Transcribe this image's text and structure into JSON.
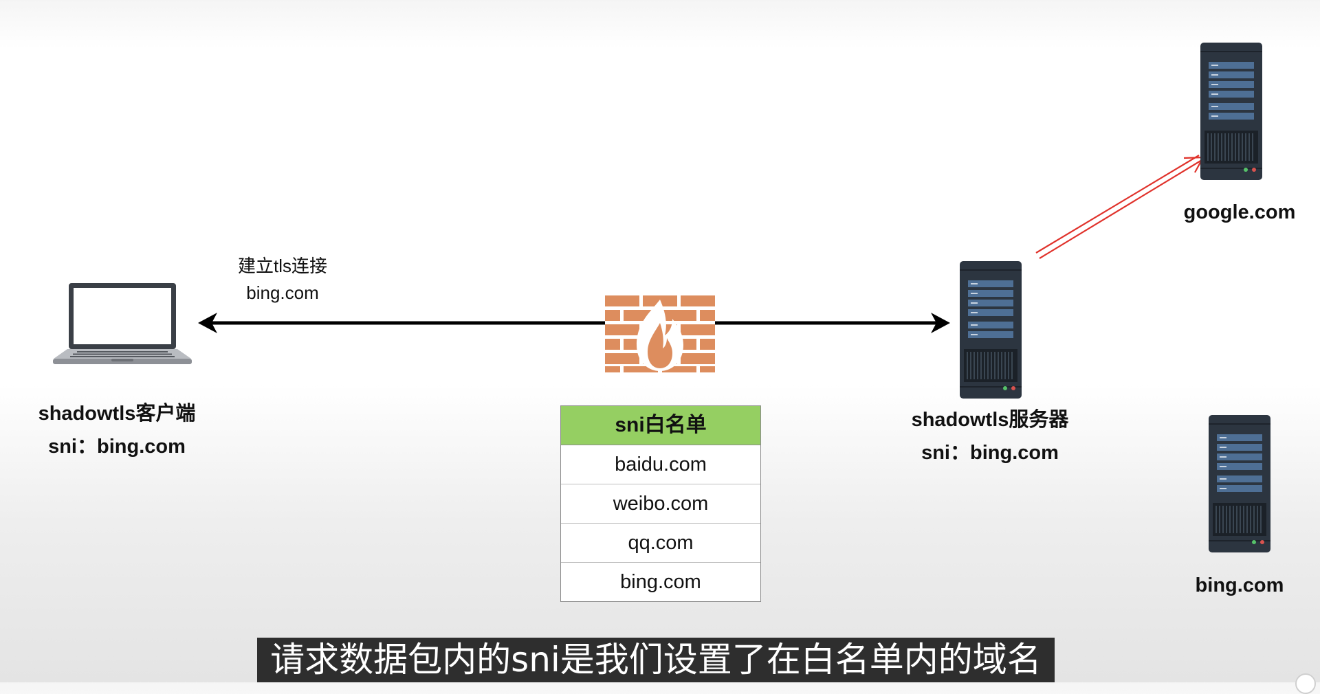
{
  "nodes": {
    "client_name": "shadowtls客户端",
    "client_sni": "sni：bing.com",
    "server_name": "shadowtls服务器",
    "server_sni": "sni：bing.com",
    "google_label": "google.com",
    "bing_label": "bing.com"
  },
  "connection": {
    "line1": "建立tls连接",
    "line2": "bing.com"
  },
  "whitelist": {
    "title": "sni白名单",
    "items": [
      "baidu.com",
      "weibo.com",
      "qq.com",
      "bing.com"
    ]
  },
  "subtitle": "请求数据包内的sni是我们设置了在白名单内的域名",
  "colors": {
    "firewall": "#dd8d5e",
    "whitelist_header": "#95cf62",
    "redirect_arrow": "#e0322b",
    "server_body": "#2c3540",
    "server_panel": "#4e6f95"
  }
}
